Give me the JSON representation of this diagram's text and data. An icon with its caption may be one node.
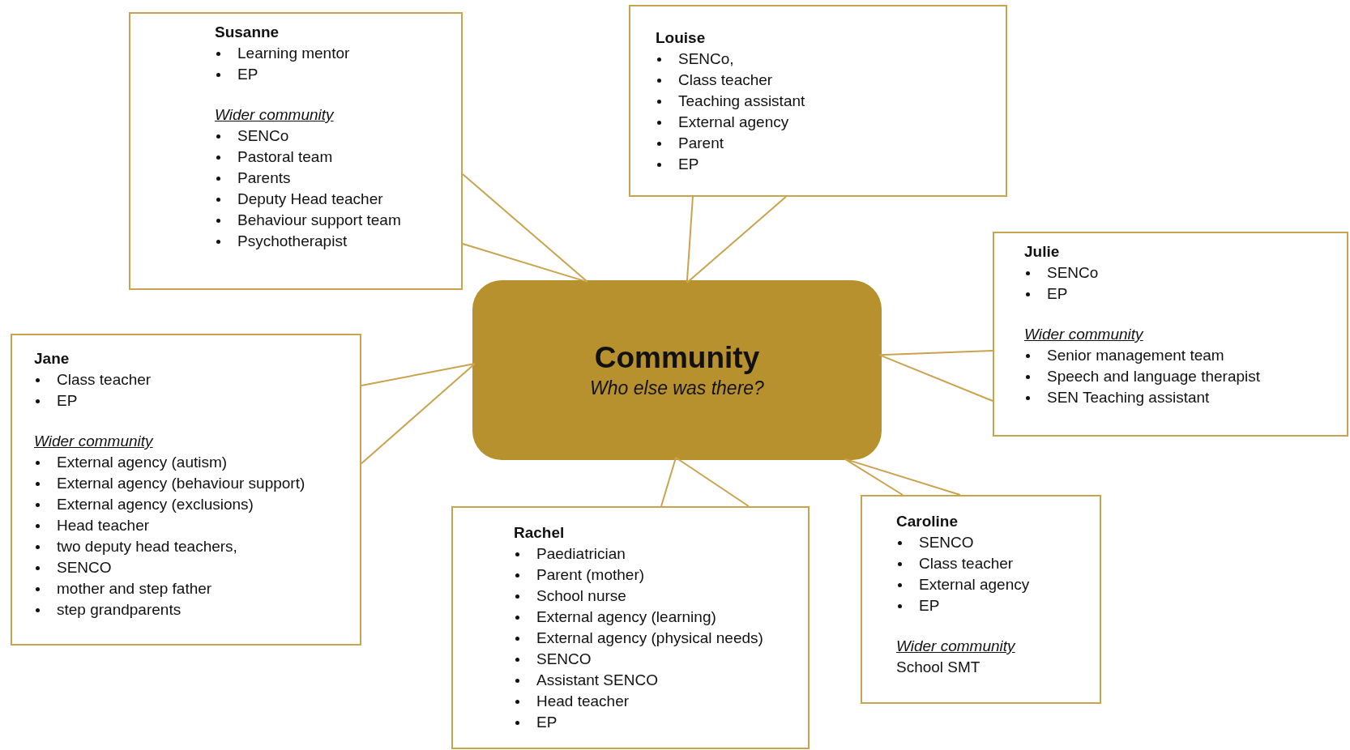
{
  "diagram": {
    "nodes": [
      {
        "text": [
          "Susanne",
          "Learning mentor",
          "EP",
          "Wider community",
          "SENCo",
          "Pastoral team",
          "Parents",
          "Deputy Head teacher",
          "Behaviour support team",
          "Psychotherapist"
        ]
      },
      {
        "text": [
          "Louise",
          "SENCo,",
          "Class teacher",
          "Teaching assistant",
          "External agency",
          "Parent",
          "EP"
        ]
      },
      {
        "text": [
          "Julie",
          "SENCo",
          "EP",
          "Wider community",
          "Senior management team",
          "Speech and language therapist",
          "SEN Teaching assistant"
        ]
      },
      {
        "text": [
          "Jane",
          "Class teacher",
          "EP",
          "Wider community",
          "External agency (autism)",
          "External agency (behaviour support)",
          "External agency (exclusions)",
          "Head teacher",
          "two deputy head teachers,",
          "SENCO",
          "mother and step father",
          "step grandparents"
        ]
      },
      {
        "text": [
          "Community",
          "Who else was there?"
        ]
      },
      {
        "text": [
          "Rachel",
          "Paediatrician",
          "Parent (mother)",
          "School nurse",
          "External agency (learning)",
          "External agency (physical needs)",
          "SENCO",
          "Assistant SENCO",
          "Head teacher",
          "EP"
        ]
      },
      {
        "text": [
          "Caroline",
          "SENCO",
          "Class teacher",
          "External agency",
          "EP",
          "Wider community",
          "School SMT"
        ]
      }
    ],
    "edges": [
      {
        "from": 0,
        "to": 4,
        "arrow": "none"
      },
      {
        "from": 1,
        "to": 4,
        "arrow": "none"
      },
      {
        "from": 2,
        "to": 4,
        "arrow": "none"
      },
      {
        "from": 3,
        "to": 4,
        "arrow": "none"
      },
      {
        "from": 5,
        "to": 4,
        "arrow": "none"
      },
      {
        "from": 6,
        "to": 4,
        "arrow": "none"
      }
    ]
  }
}
